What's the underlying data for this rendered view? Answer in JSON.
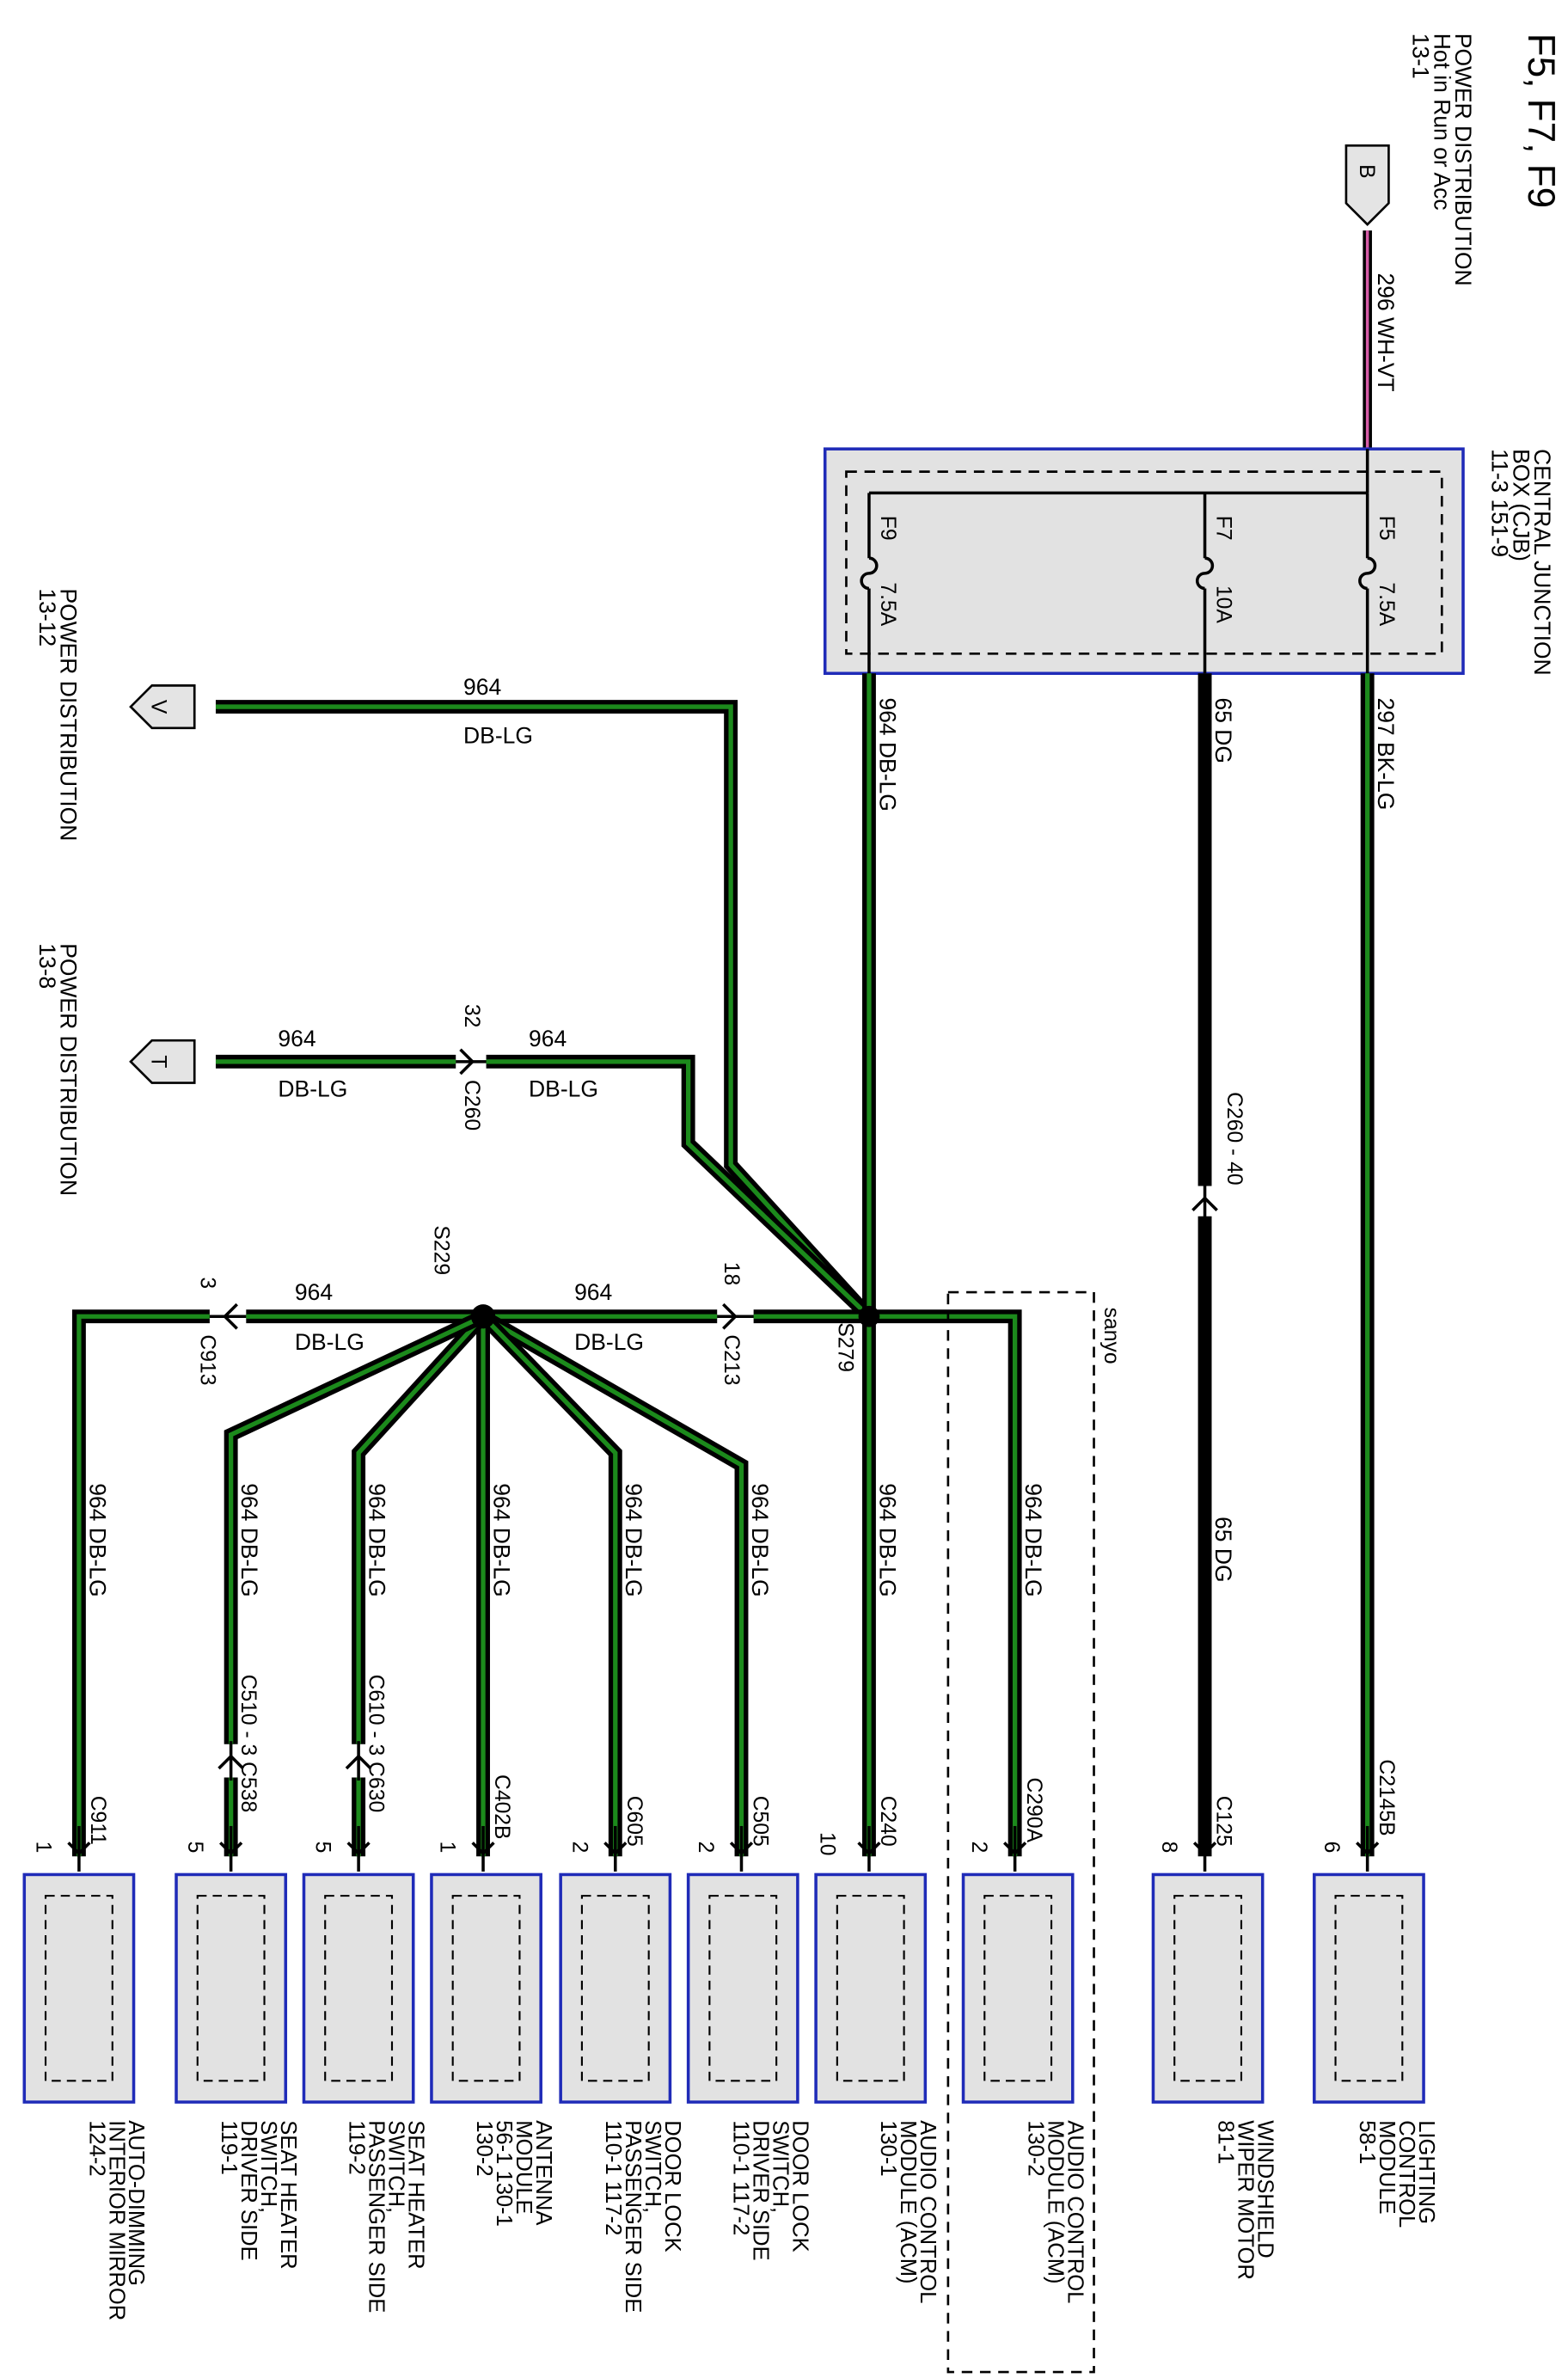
{
  "title": "F5, F7, F9",
  "power_sources": {
    "b": {
      "pin": "B",
      "label_lines": [
        "POWER DISTRIBUTION",
        "Hot in Run or Acc",
        "13-1"
      ]
    },
    "v": {
      "pin": "V",
      "label_lines": [
        "POWER DISTRIBUTION",
        "13-12"
      ]
    },
    "t": {
      "pin": "T",
      "label_lines": [
        "POWER DISTRIBUTION",
        "13-8"
      ]
    }
  },
  "cjb": {
    "label_lines": [
      "CENTRAL JUNCTION",
      "BOX (CJB)",
      "11-3   151-9"
    ],
    "fuses": [
      {
        "name": "F5",
        "rating": "7.5A"
      },
      {
        "name": "F7",
        "rating": "10A"
      },
      {
        "name": "F9",
        "rating": "7.5A"
      }
    ]
  },
  "wires": {
    "w296": "296   WH-VT",
    "w297": "297   BK-LG",
    "w65a": "65   DG",
    "w65b": "65   DG",
    "w964_fuse": "964   DB-LG",
    "v_circuit": "964",
    "v_color": "DB-LG",
    "t_left_circuit": "964",
    "t_left_color": "DB-LG",
    "t_right_circuit": "964",
    "t_right_color": "DB-LG",
    "s229_right_circuit": "964",
    "s229_right_color": "DB-LG",
    "s229_left_circuit": "964",
    "s229_left_color": "DB-LG",
    "branch": "964   DB-LG"
  },
  "connectors": {
    "c260_pin": "32",
    "c260": "C260",
    "c260_40": "C260 - 40",
    "c213_pin": "18",
    "c213": "C213",
    "c913_pin": "3",
    "c913": "C913",
    "c510": "C510 - 3  C538",
    "c610": "C610 - 3  C630"
  },
  "splices": {
    "s279": "S279",
    "s229": "S229"
  },
  "option_label": "sanyo",
  "modules": [
    {
      "connector": "C2145B",
      "pin": "6",
      "name_lines": [
        "LIGHTING",
        "CONTROL",
        "MODULE",
        "58-1"
      ]
    },
    {
      "connector": "C125",
      "pin": "8",
      "name_lines": [
        "WINDSHIELD",
        "WIPER MOTOR",
        "81-1"
      ]
    },
    {
      "connector": "C290A",
      "pin": "2",
      "name_lines": [
        "AUDIO CONTROL",
        "MODULE (ACM)",
        "130-2"
      ]
    },
    {
      "connector": "C240",
      "pin": "10",
      "name_lines": [
        "AUDIO CONTROL",
        "MODULE (ACM)",
        "130-1"
      ]
    },
    {
      "connector": "C505",
      "pin": "2",
      "name_lines": [
        "DOOR LOCK",
        "SWITCH,",
        "DRIVER SIDE",
        "110-1    117-2"
      ]
    },
    {
      "connector": "C605",
      "pin": "2",
      "name_lines": [
        "DOOR LOCK",
        "SWITCH,",
        "PASSENGER SIDE",
        "110-1    117-2"
      ]
    },
    {
      "connector": "C402B",
      "pin": "1",
      "name_lines": [
        "ANTENNA",
        "MODULE",
        "56-1    130-1",
        "130-2"
      ]
    },
    {
      "connector": "C630",
      "pin": "5",
      "name_lines": [
        "SEAT HEATER",
        "SWITCH,",
        "PASSENGER SIDE",
        "119-2"
      ]
    },
    {
      "connector": "C538",
      "pin": "5",
      "name_lines": [
        "SEAT HEATER",
        "SWITCH,",
        "DRIVER SIDE",
        "119-1"
      ]
    },
    {
      "connector": "C911",
      "pin": "1",
      "name_lines": [
        "AUTO-DIMMING",
        "INTERIOR MIRROR",
        "124-2"
      ]
    }
  ],
  "colors": {
    "wire_green": "#1c8a1c",
    "wire_black": "#000000",
    "wire_pink": "#d65ca8",
    "box_fill": "#e2e2e2",
    "box_border": "#1f2bb8"
  }
}
